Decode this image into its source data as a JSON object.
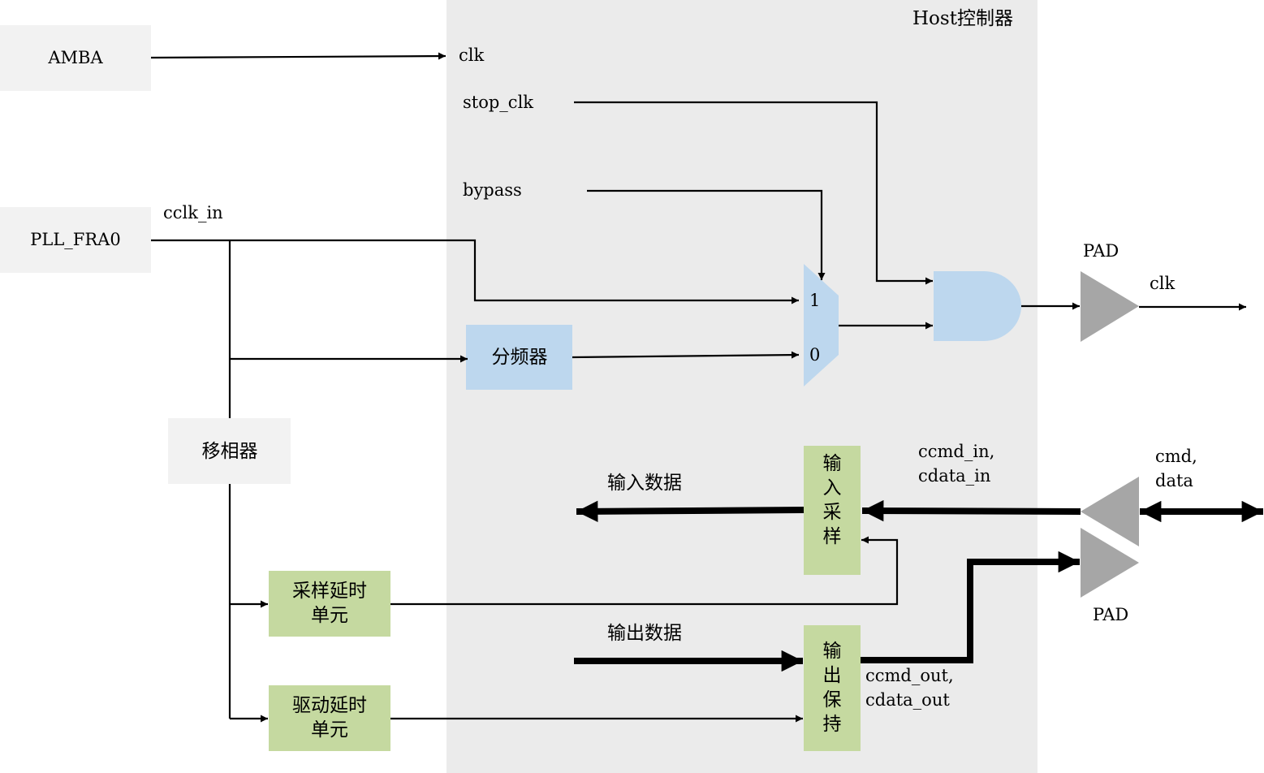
{
  "host": {
    "title": "Host控制器"
  },
  "blocks": {
    "amba": "AMBA",
    "pll": "PLL_FRA0",
    "phase_shifter": "移相器",
    "divider": "分频器",
    "sample_delay": [
      "采样延时",
      "单元"
    ],
    "drive_delay": [
      "驱动延时",
      "单元"
    ],
    "input_sample": [
      "输",
      "入",
      "采",
      "样"
    ],
    "output_hold": [
      "输",
      "出",
      "保",
      "持"
    ]
  },
  "signals": {
    "clk_in": "clk",
    "stop_clk": "stop_clk",
    "bypass": "bypass",
    "cclk_in": "cclk_in",
    "mux_in1": "1",
    "mux_in0": "0",
    "pad_top": "PAD",
    "clk_out": "clk",
    "ccmd_in": "ccmd_in,",
    "cdata_in": "cdata_in",
    "cmd": "cmd,",
    "data": "data",
    "input_data": "输入数据",
    "output_data": "输出数据",
    "ccmd_out": "ccmd_out,",
    "cdata_out": "cdata_out",
    "pad_bottom": "PAD"
  },
  "colors": {
    "host_bg": "#ebebeb",
    "external_block": "#f2f2f2",
    "blue_block": "#bdd7ee",
    "green_block": "#c5d9a0",
    "pad_gray": "#a6a6a6",
    "line": "#000000"
  }
}
